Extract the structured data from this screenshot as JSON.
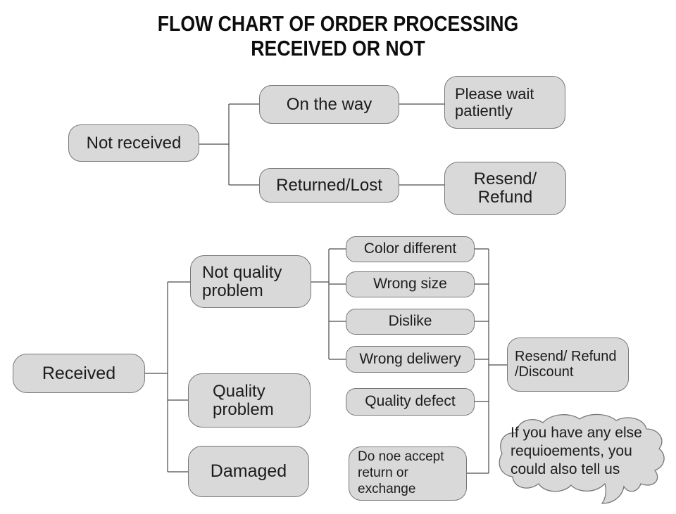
{
  "title": {
    "line1": "FLOW CHART OF ORDER PROCESSING",
    "line2": "RECEIVED OR NOT"
  },
  "colors": {
    "background": "#ffffff",
    "node_fill": "#d9d9d9",
    "node_border": "#777777",
    "connector": "#4a4a4a",
    "text": "#1c1c1c"
  },
  "nodes": {
    "not_received": {
      "label": "Not received"
    },
    "on_the_way": {
      "label": "On the way"
    },
    "please_wait": {
      "line1": "Please wait",
      "line2": "patiently"
    },
    "returned_lost": {
      "label": "Returned/Lost"
    },
    "resend_refund": {
      "line1": "Resend/",
      "line2": "Refund"
    },
    "received": {
      "label": "Received"
    },
    "not_quality_problem": {
      "line1": "Not quality",
      "line2": "problem"
    },
    "color_different": {
      "label": "Color different"
    },
    "wrong_size": {
      "label": "Wrong size"
    },
    "dislike": {
      "label": "Dislike"
    },
    "wrong_deliwery": {
      "label": "Wrong deliwery"
    },
    "quality_problem": {
      "line1": "Quality",
      "line2": "problem"
    },
    "quality_defect": {
      "label": "Quality defect"
    },
    "damaged": {
      "label": "Damaged"
    },
    "do_not_accept": {
      "line1": "Do noe accept",
      "line2": "return or",
      "line3": "exchange"
    },
    "resend_refund_discount": {
      "line1": "Resend/ Refund",
      "line2": "/Discount"
    }
  },
  "edges": [
    [
      "not_received",
      "on_the_way"
    ],
    [
      "not_received",
      "returned_lost"
    ],
    [
      "on_the_way",
      "please_wait"
    ],
    [
      "returned_lost",
      "resend_refund"
    ],
    [
      "received",
      "not_quality_problem"
    ],
    [
      "received",
      "quality_problem"
    ],
    [
      "received",
      "damaged"
    ],
    [
      "not_quality_problem",
      "color_different"
    ],
    [
      "not_quality_problem",
      "wrong_size"
    ],
    [
      "not_quality_problem",
      "dislike"
    ],
    [
      "not_quality_problem",
      "wrong_deliwery"
    ],
    [
      "quality_problem",
      "quality_defect"
    ],
    [
      "damaged",
      "do_not_accept"
    ],
    [
      "color_different",
      "resend_refund_discount"
    ],
    [
      "wrong_size",
      "resend_refund_discount"
    ],
    [
      "dislike",
      "resend_refund_discount"
    ],
    [
      "wrong_deliwery",
      "resend_refund_discount"
    ],
    [
      "quality_defect",
      "resend_refund_discount"
    ],
    [
      "do_not_accept",
      "resend_refund_discount"
    ]
  ],
  "speech_bubble": {
    "line1": "If you have any else",
    "line2": "requioements, you",
    "line3": "could also tell us"
  }
}
